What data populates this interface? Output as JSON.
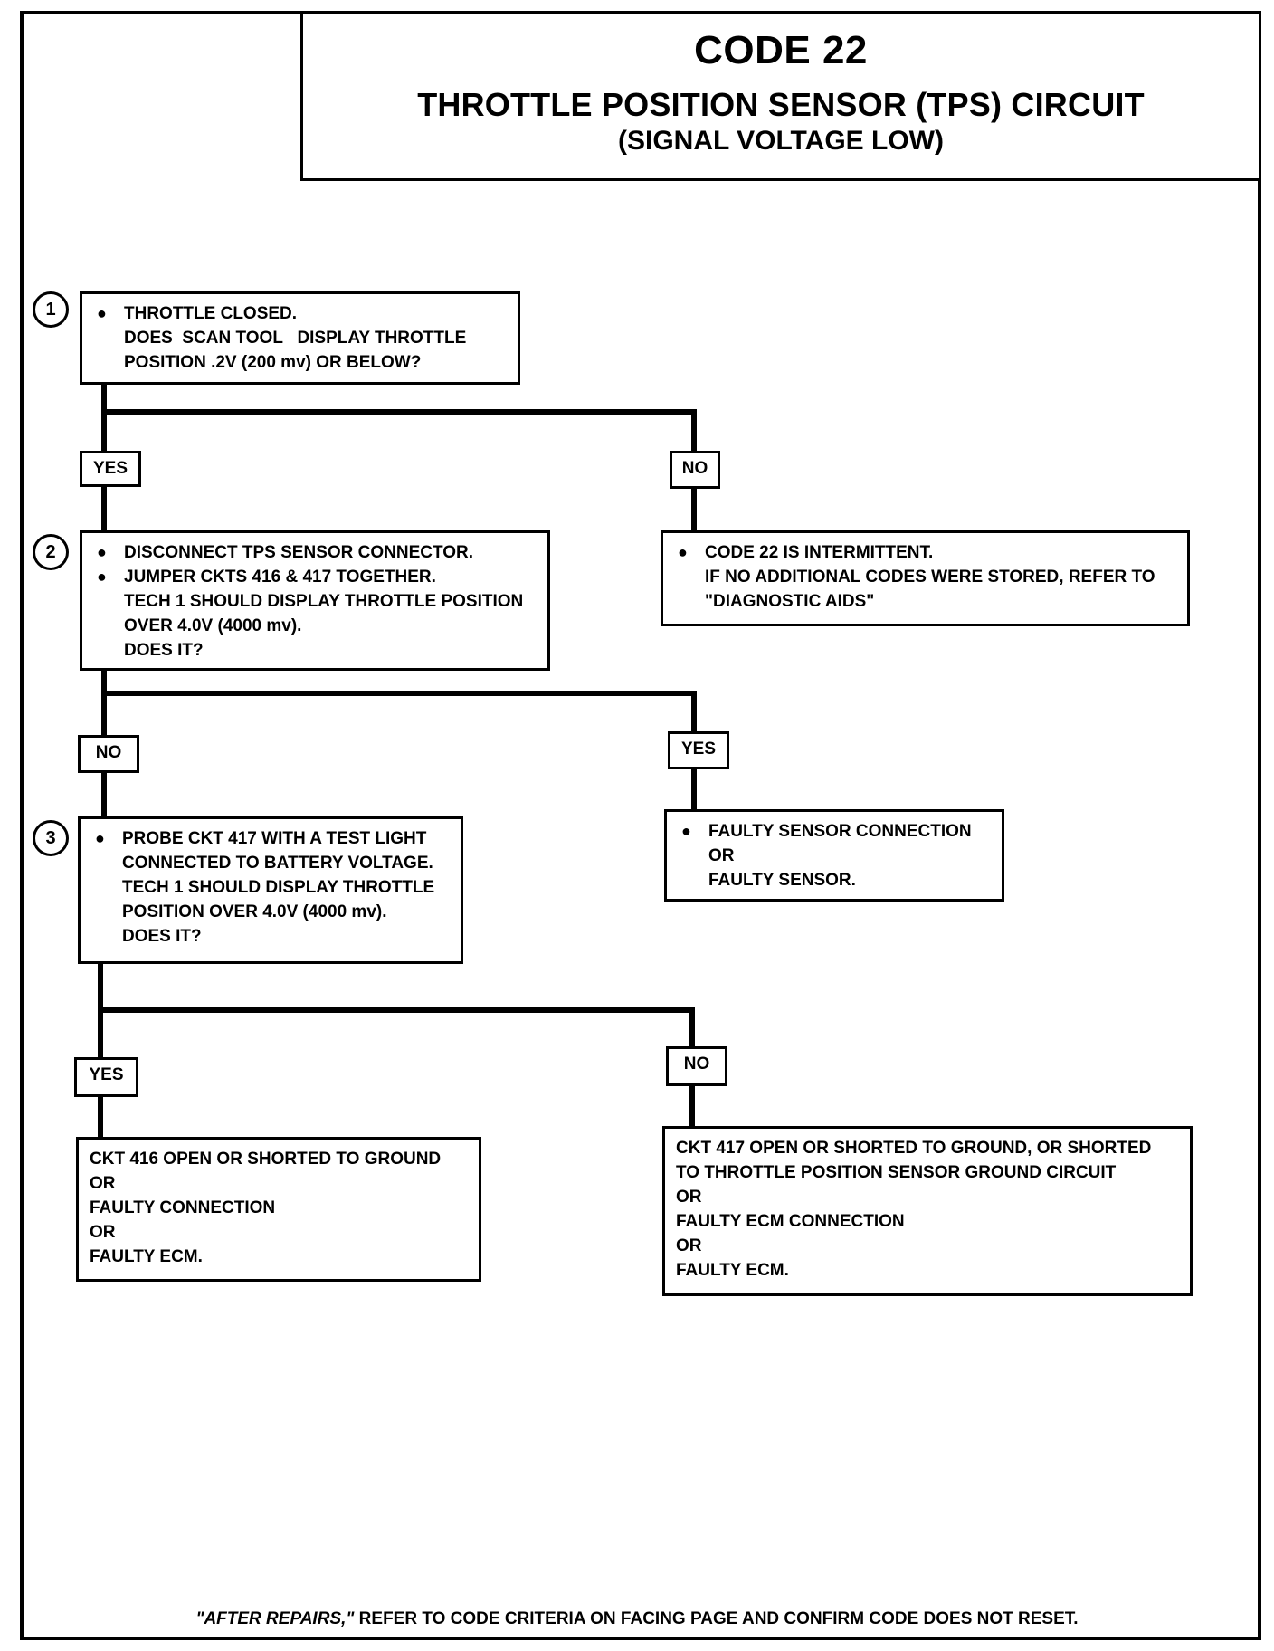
{
  "header": {
    "title": "CODE 22",
    "subtitle": "THROTTLE POSITION SENSOR (TPS) CIRCUIT",
    "subtitle2": "(SIGNAL VOLTAGE LOW)"
  },
  "steps": {
    "step1": {
      "number": "1",
      "lines": [
        "THROTTLE CLOSED.",
        "DOES  SCAN TOOL   DISPLAY THROTTLE",
        "POSITION .2V (200 mv) OR BELOW?"
      ]
    },
    "step2": {
      "number": "2",
      "bullet1": "DISCONNECT TPS SENSOR CONNECTOR.",
      "bullet2": "JUMPER CKTS 416 & 417 TOGETHER.",
      "lines": [
        "TECH 1 SHOULD DISPLAY THROTTLE POSITION",
        "OVER 4.0V (4000 mv).",
        "DOES IT?"
      ]
    },
    "step3": {
      "number": "3",
      "lines": [
        "PROBE CKT 417 WITH A TEST LIGHT",
        "CONNECTED TO BATTERY VOLTAGE.",
        "TECH 1 SHOULD DISPLAY THROTTLE",
        "POSITION OVER 4.0V (4000 mv).",
        "DOES IT?"
      ]
    }
  },
  "labels": {
    "yes1": "YES",
    "no1": "NO",
    "no2": "NO",
    "yes2": "YES",
    "yes3": "YES",
    "no3": "NO"
  },
  "results": {
    "intermittent": [
      "CODE 22 IS INTERMITTENT.",
      "IF NO ADDITIONAL CODES WERE STORED, REFER  TO",
      "\"DIAGNOSTIC AIDS\""
    ],
    "faulty_sensor": [
      "FAULTY SENSOR CONNECTION",
      "OR",
      "FAULTY SENSOR."
    ],
    "ckt416": [
      "CKT 416 OPEN OR SHORTED TO GROUND",
      "OR",
      "FAULTY CONNECTION",
      "OR",
      "FAULTY ECM."
    ],
    "ckt417": [
      "CKT 417 OPEN OR SHORTED TO GROUND, OR SHORTED",
      "TO THROTTLE POSITION SENSOR GROUND CIRCUIT",
      "OR",
      "FAULTY ECM CONNECTION",
      "OR",
      "FAULTY ECM."
    ]
  },
  "footer": {
    "emphasis": "\"AFTER REPAIRS,\"",
    "text": " REFER TO CODE CRITERIA ON FACING PAGE AND CONFIRM CODE DOES NOT RESET."
  },
  "icons": {
    "bullet": "bullet-dot-icon"
  }
}
